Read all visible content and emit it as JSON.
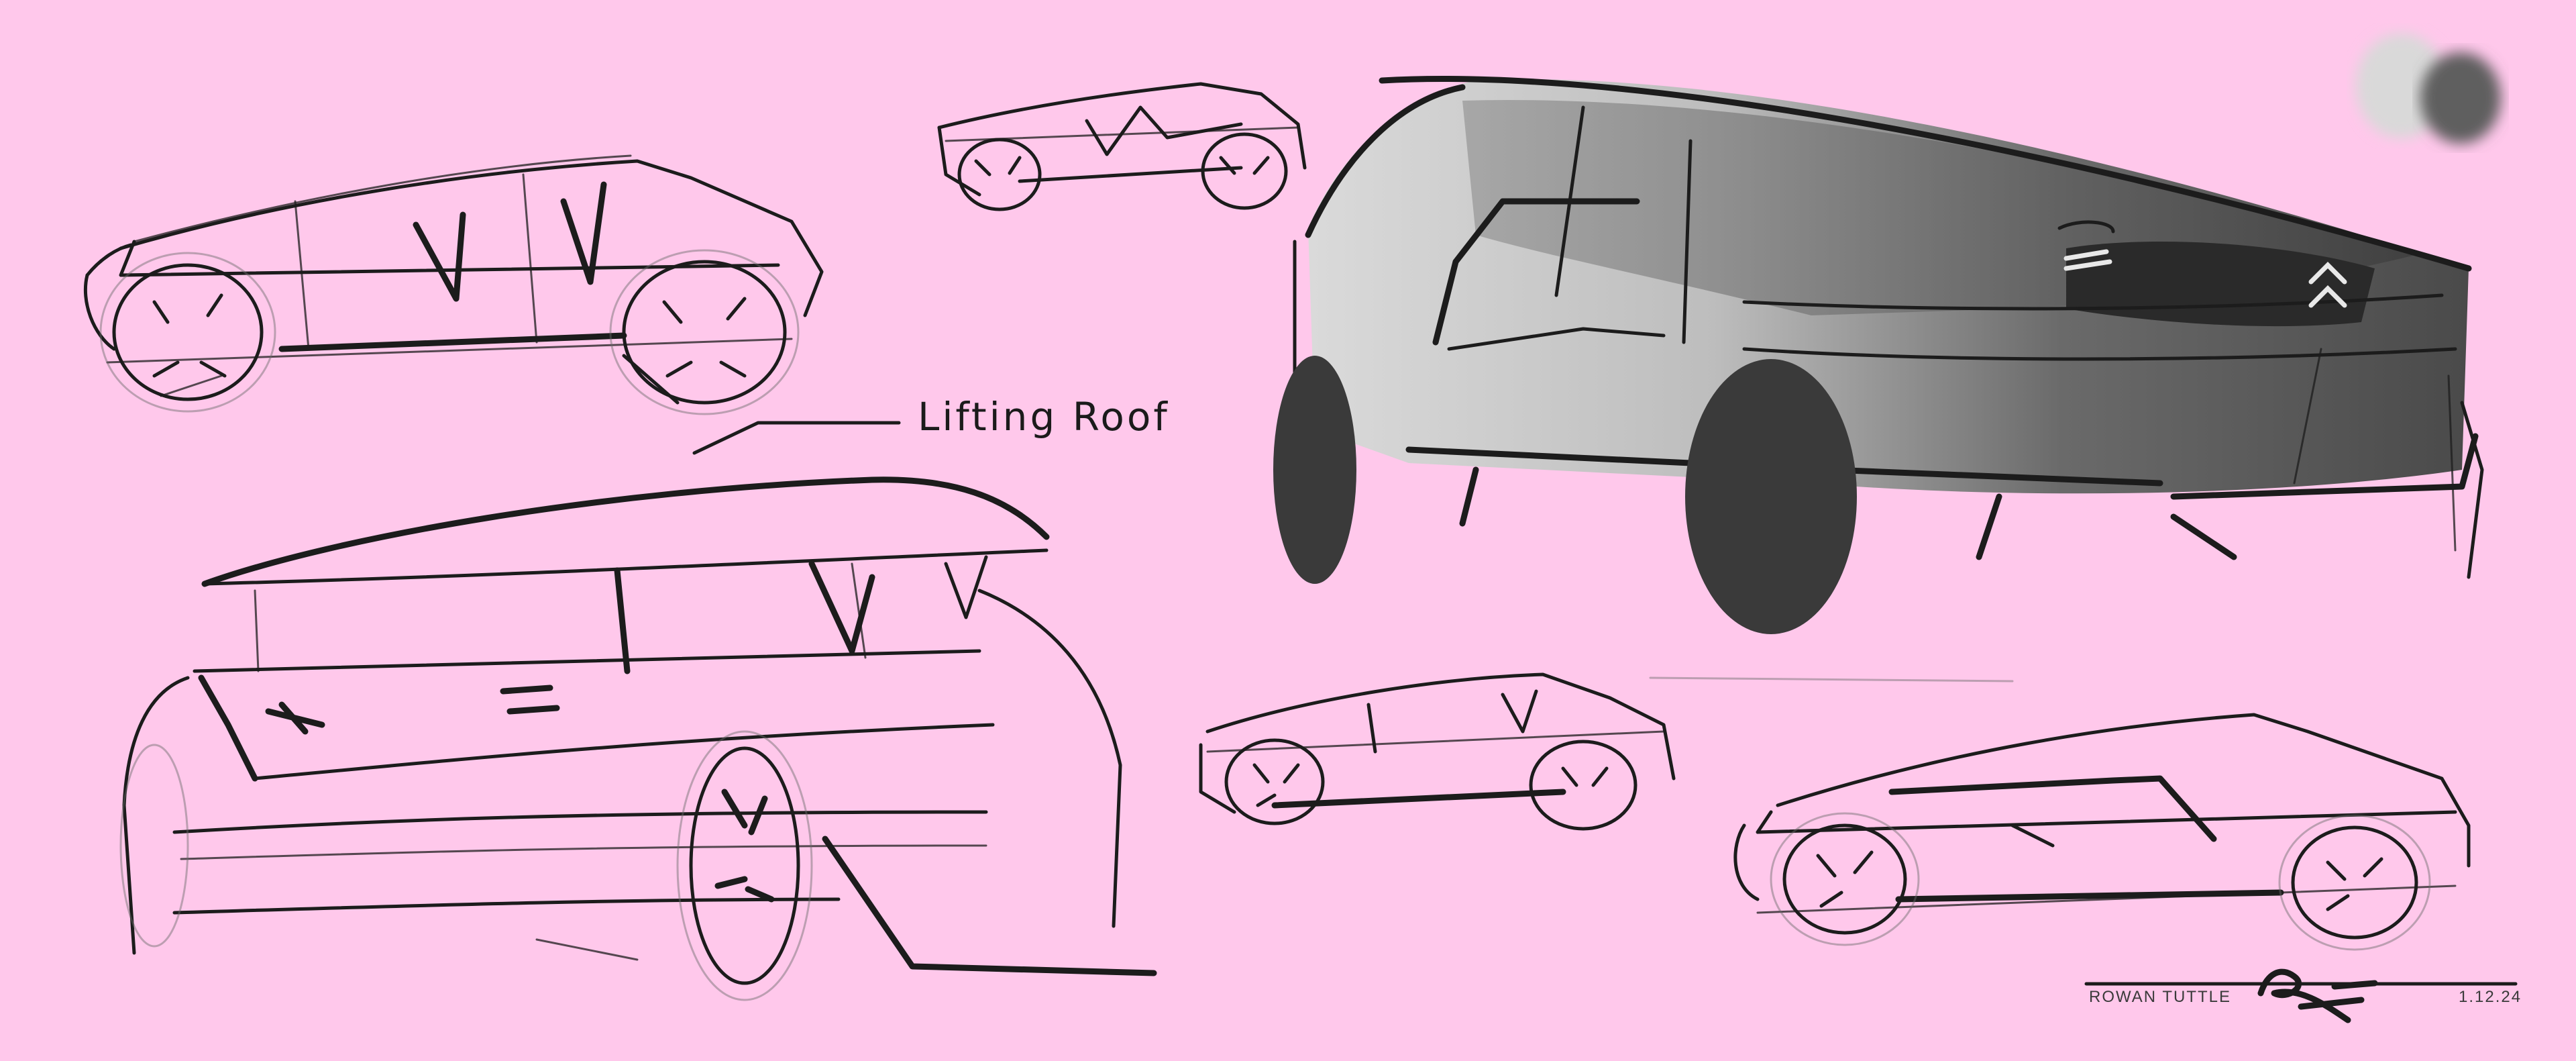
{
  "callout": {
    "label": "Lifting Roof"
  },
  "signature_block": {
    "artist_name": "ROWAN TUTTLE",
    "date": "1.12.24"
  },
  "colors": {
    "background": "#ffc8eb",
    "ink": "#1c1c1c",
    "render_light": "#d2d2d2",
    "render_dark": "#4a4a4a",
    "wheel_fill": "#3a3a3a"
  },
  "swatches": [
    {
      "name": "light-gray-swatch",
      "color": "#d9d9d9"
    },
    {
      "name": "dark-gray-swatch",
      "color": "#5e5e5e"
    }
  ]
}
